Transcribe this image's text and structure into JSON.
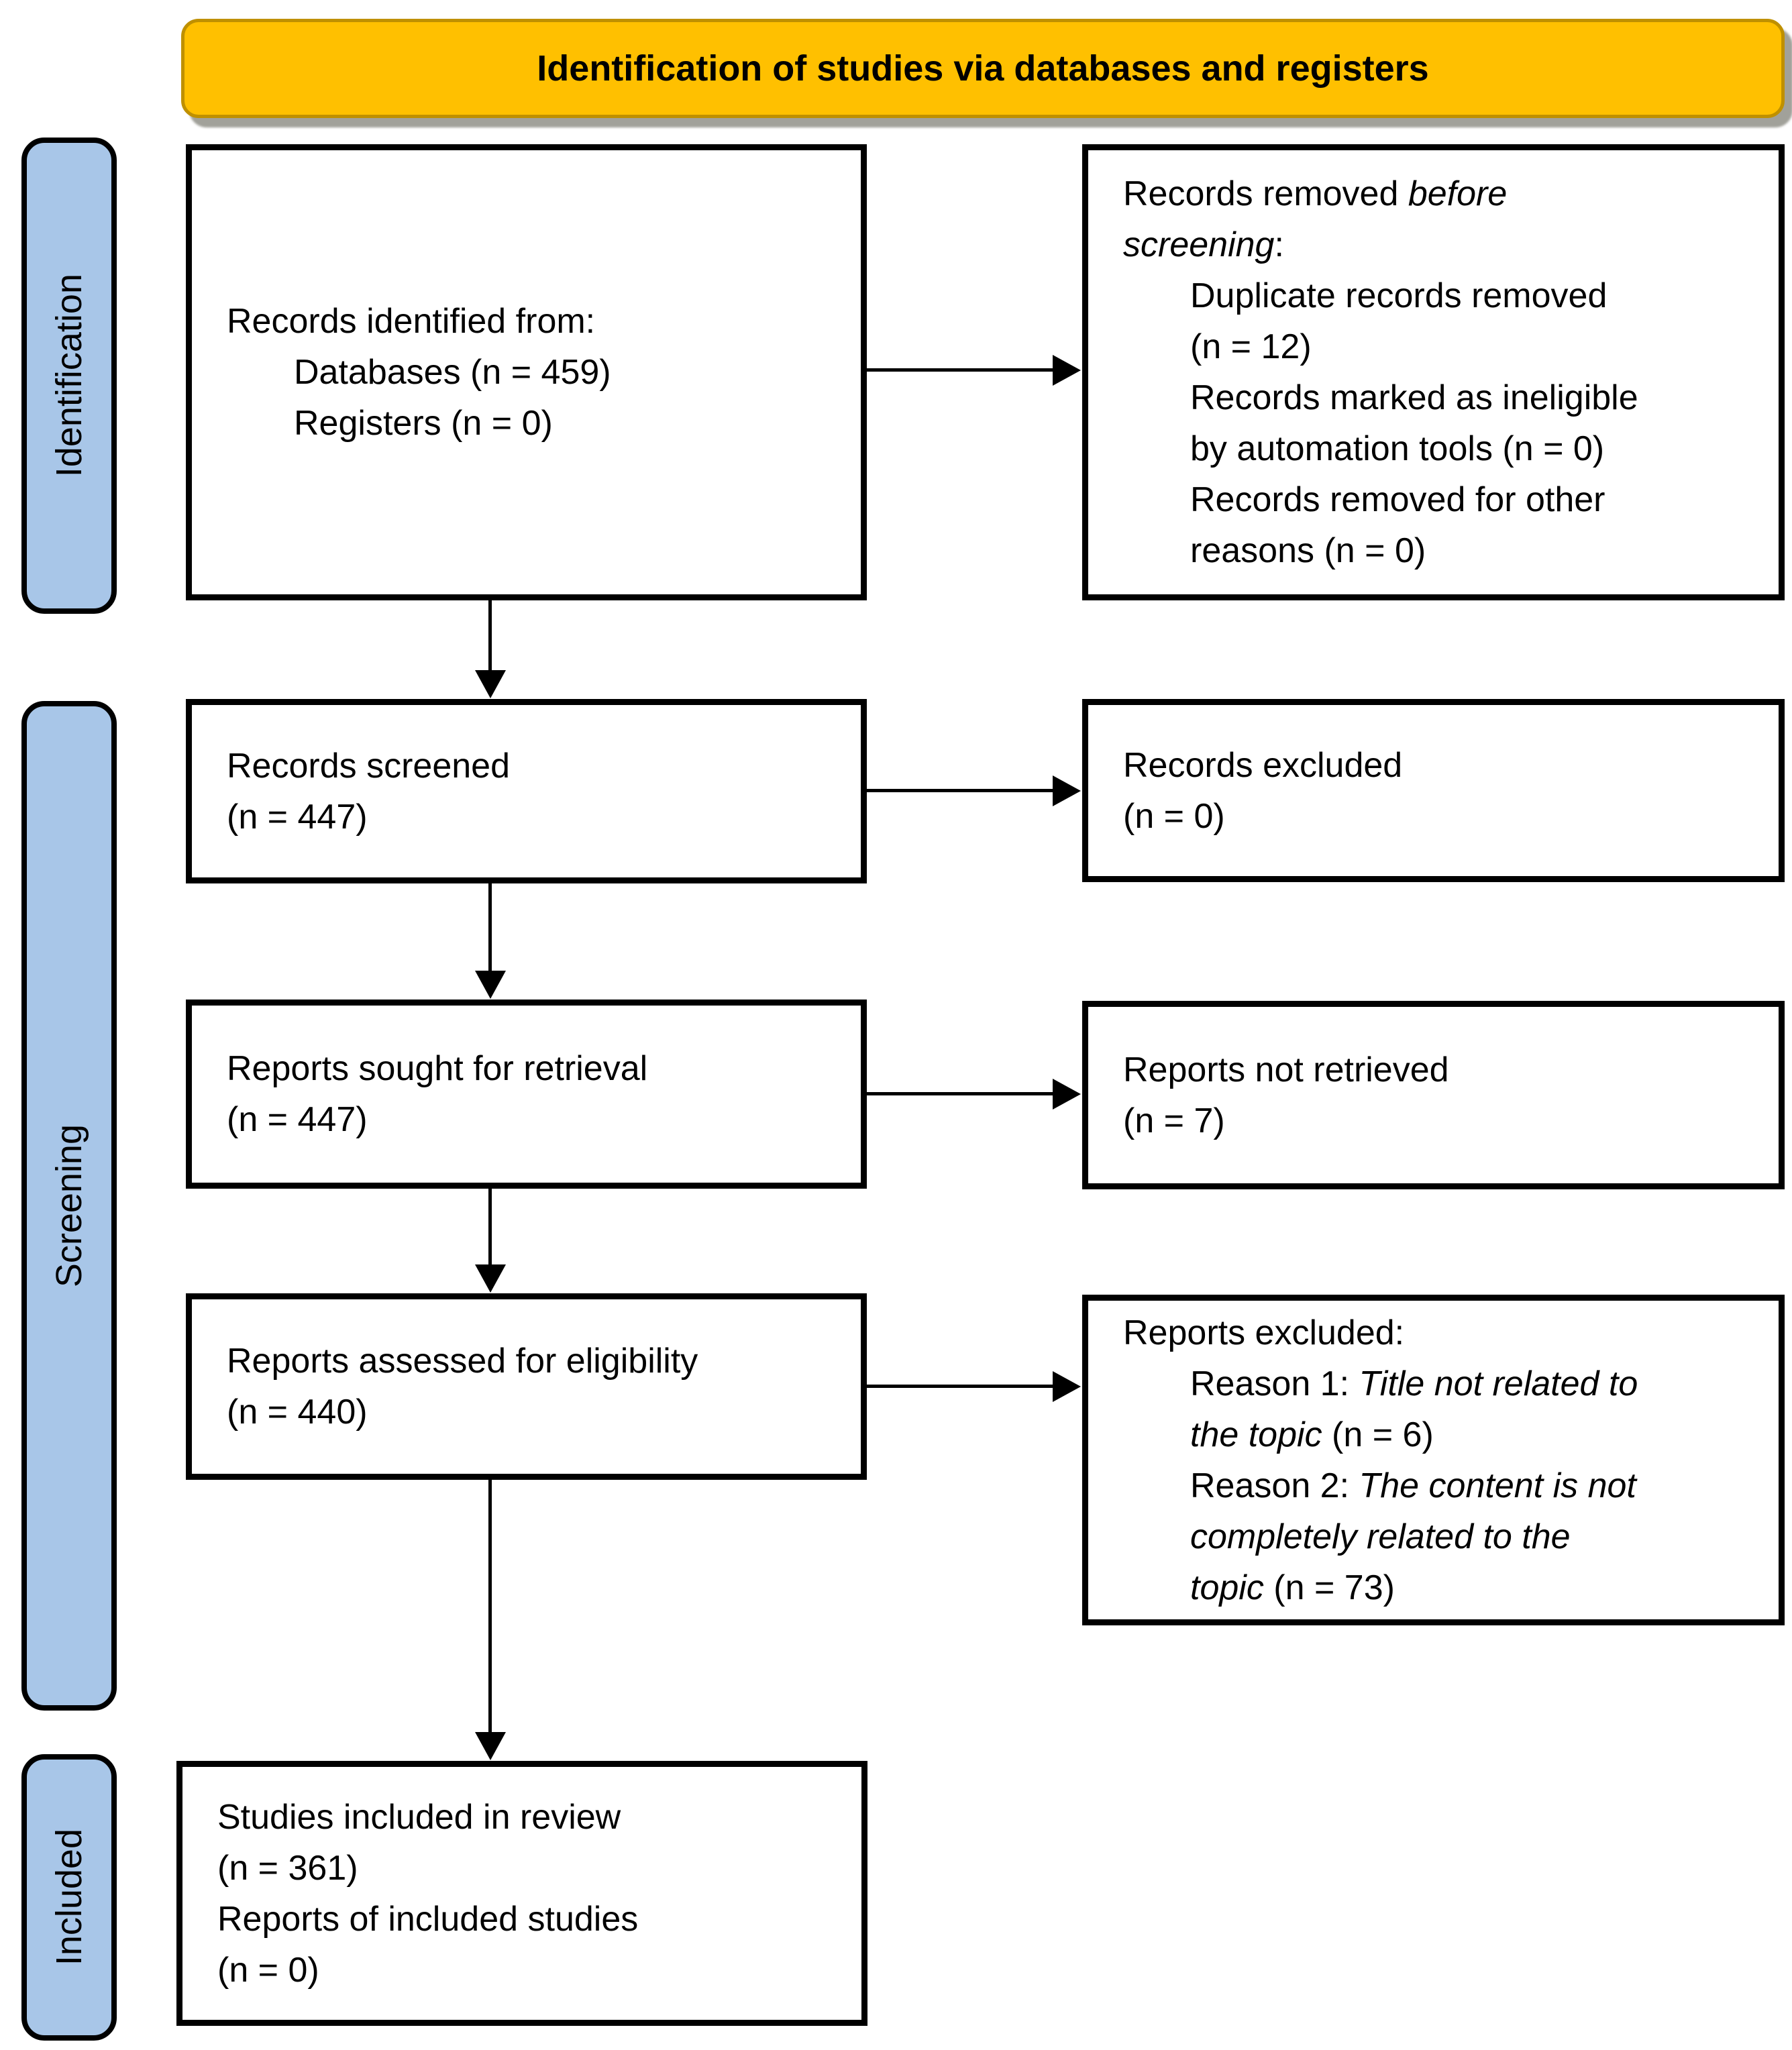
{
  "header": {
    "title": "Identification of studies via databases and registers"
  },
  "sidebar": {
    "identification": "Identification",
    "screening": "Screening",
    "included": "Included"
  },
  "colors": {
    "header_fill": "#FFC000",
    "header_border": "#BF9000",
    "sidebar_fill": "#A8C6E8",
    "box_border": "#000000"
  },
  "boxes": {
    "records_identified": {
      "lines": [
        {
          "indent": 0,
          "segs": [
            {
              "t": "Records identified from:"
            }
          ]
        },
        {
          "indent": 1,
          "segs": [
            {
              "t": "Databases (n = 459)"
            }
          ]
        },
        {
          "indent": 1,
          "segs": [
            {
              "t": "Registers (n = 0)"
            }
          ]
        }
      ]
    },
    "records_removed": {
      "lines": [
        {
          "indent": 0,
          "segs": [
            {
              "t": "Records removed "
            },
            {
              "t": "before",
              "i": true
            }
          ]
        },
        {
          "indent": 0,
          "segs": [
            {
              "t": "screening",
              "i": true
            },
            {
              "t": ":"
            }
          ]
        },
        {
          "indent": 1,
          "segs": [
            {
              "t": "Duplicate records removed"
            }
          ]
        },
        {
          "indent": 1,
          "segs": [
            {
              "t": "(n = 12)"
            }
          ]
        },
        {
          "indent": 1,
          "segs": [
            {
              "t": "Records marked as ineligible"
            }
          ]
        },
        {
          "indent": 1,
          "segs": [
            {
              "t": "by automation tools (n = 0)"
            }
          ]
        },
        {
          "indent": 1,
          "segs": [
            {
              "t": "Records removed for other"
            }
          ]
        },
        {
          "indent": 1,
          "segs": [
            {
              "t": "reasons (n = 0)"
            }
          ]
        }
      ]
    },
    "records_screened": {
      "lines": [
        {
          "indent": 0,
          "segs": [
            {
              "t": "Records screened"
            }
          ]
        },
        {
          "indent": 0,
          "segs": [
            {
              "t": "(n = 447)"
            }
          ]
        }
      ]
    },
    "records_excluded": {
      "lines": [
        {
          "indent": 0,
          "segs": [
            {
              "t": "Records excluded"
            }
          ]
        },
        {
          "indent": 0,
          "segs": [
            {
              "t": "(n = 0)"
            }
          ]
        }
      ]
    },
    "reports_sought": {
      "lines": [
        {
          "indent": 0,
          "segs": [
            {
              "t": "Reports sought for retrieval"
            }
          ]
        },
        {
          "indent": 0,
          "segs": [
            {
              "t": "(n = 447)"
            }
          ]
        }
      ]
    },
    "reports_not_retrieved": {
      "lines": [
        {
          "indent": 0,
          "segs": [
            {
              "t": "Reports not retrieved"
            }
          ]
        },
        {
          "indent": 0,
          "segs": [
            {
              "t": "(n = 7)"
            }
          ]
        }
      ]
    },
    "reports_assessed": {
      "lines": [
        {
          "indent": 0,
          "segs": [
            {
              "t": "Reports assessed for eligibility"
            }
          ]
        },
        {
          "indent": 0,
          "segs": [
            {
              "t": "(n = 440)"
            }
          ]
        }
      ]
    },
    "reports_excluded": {
      "lines": [
        {
          "indent": 0,
          "segs": [
            {
              "t": "Reports excluded:"
            }
          ]
        },
        {
          "indent": 1,
          "segs": [
            {
              "t": "Reason 1: "
            },
            {
              "t": "Title not related to",
              "i": true
            }
          ]
        },
        {
          "indent": 1,
          "segs": [
            {
              "t": "the topic",
              "i": true
            },
            {
              "t": " (n = 6)"
            }
          ]
        },
        {
          "indent": 1,
          "segs": [
            {
              "t": "Reason 2: "
            },
            {
              "t": "The content is not",
              "i": true
            }
          ]
        },
        {
          "indent": 1,
          "segs": [
            {
              "t": "completely related to the",
              "i": true
            }
          ]
        },
        {
          "indent": 1,
          "segs": [
            {
              "t": "topic",
              "i": true
            },
            {
              "t": " (n = 73)"
            }
          ]
        }
      ]
    },
    "studies_included": {
      "lines": [
        {
          "indent": 0,
          "segs": [
            {
              "t": "Studies included in review"
            }
          ]
        },
        {
          "indent": 0,
          "segs": [
            {
              "t": "(n = 361)"
            }
          ]
        },
        {
          "indent": 0,
          "segs": [
            {
              "t": "Reports of included studies"
            }
          ]
        },
        {
          "indent": 0,
          "segs": [
            {
              "t": "(n = 0)"
            }
          ]
        }
      ]
    }
  }
}
